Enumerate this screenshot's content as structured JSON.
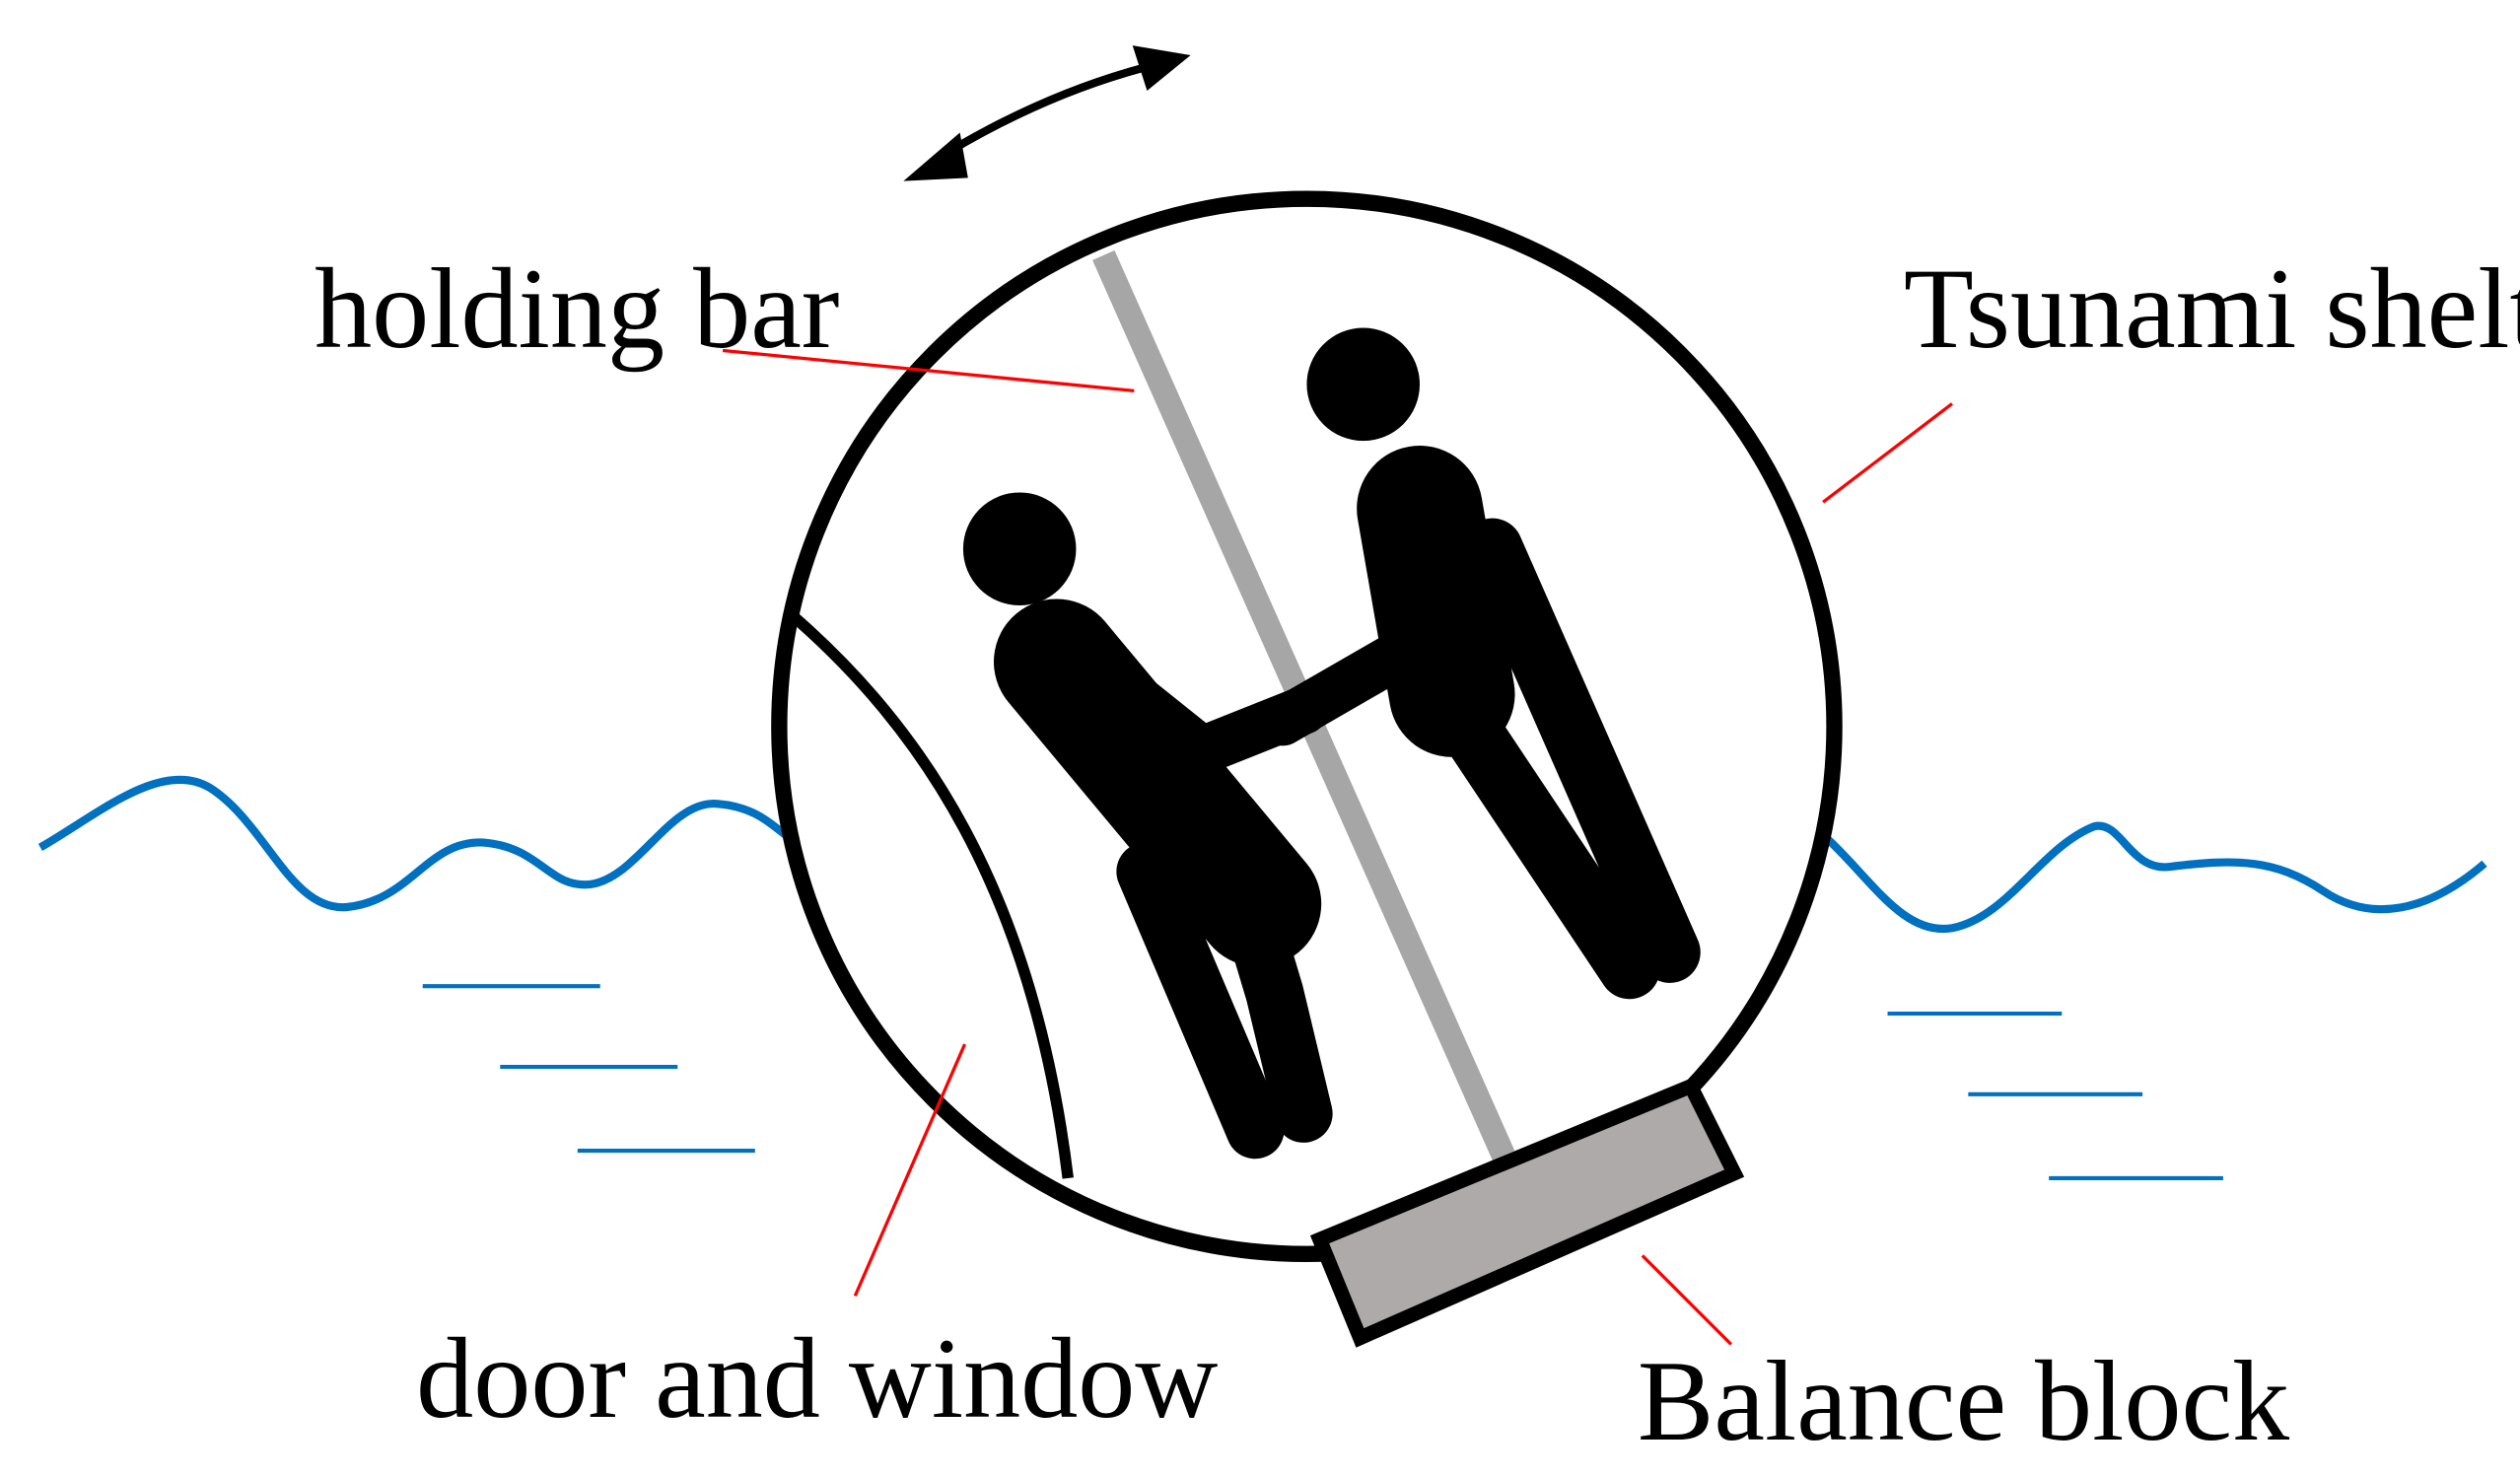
{
  "labels": {
    "holding_bar": "holding bar",
    "tsunami_shelter": "Tsunami shelter",
    "door_and_window": "door and window",
    "balance_block": "Balance block"
  },
  "colors": {
    "outline": "#000000",
    "water": "#0070c0",
    "leader": "#ff0000",
    "holding_bar": "#a6a6a6",
    "balance_block": "#aeaaaa",
    "background": "#ffffff"
  }
}
